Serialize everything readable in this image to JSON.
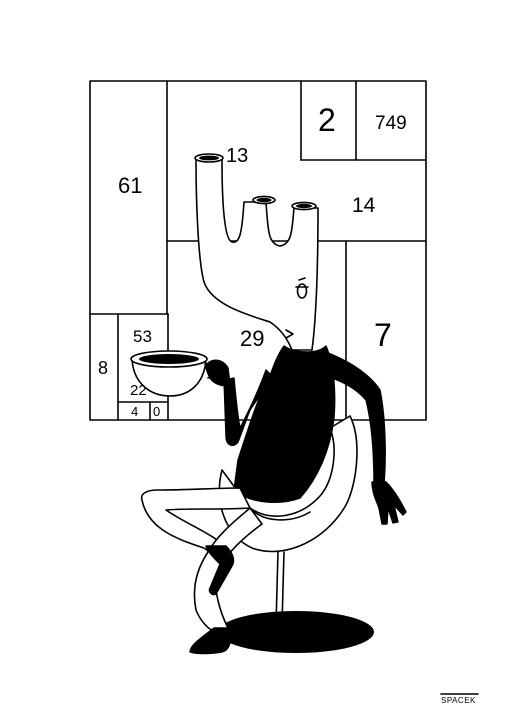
{
  "grid_numbers": {
    "n61": "61",
    "n13": "13",
    "n2": "2",
    "n749": "749",
    "n14": "14",
    "n29": "29",
    "n7": "7",
    "n53": "53",
    "n8": "8",
    "n22": "22",
    "n4": "4",
    "n0": "0"
  },
  "signature": "SPACEK",
  "colors": {
    "ink": "#000000",
    "paper": "#ffffff"
  }
}
